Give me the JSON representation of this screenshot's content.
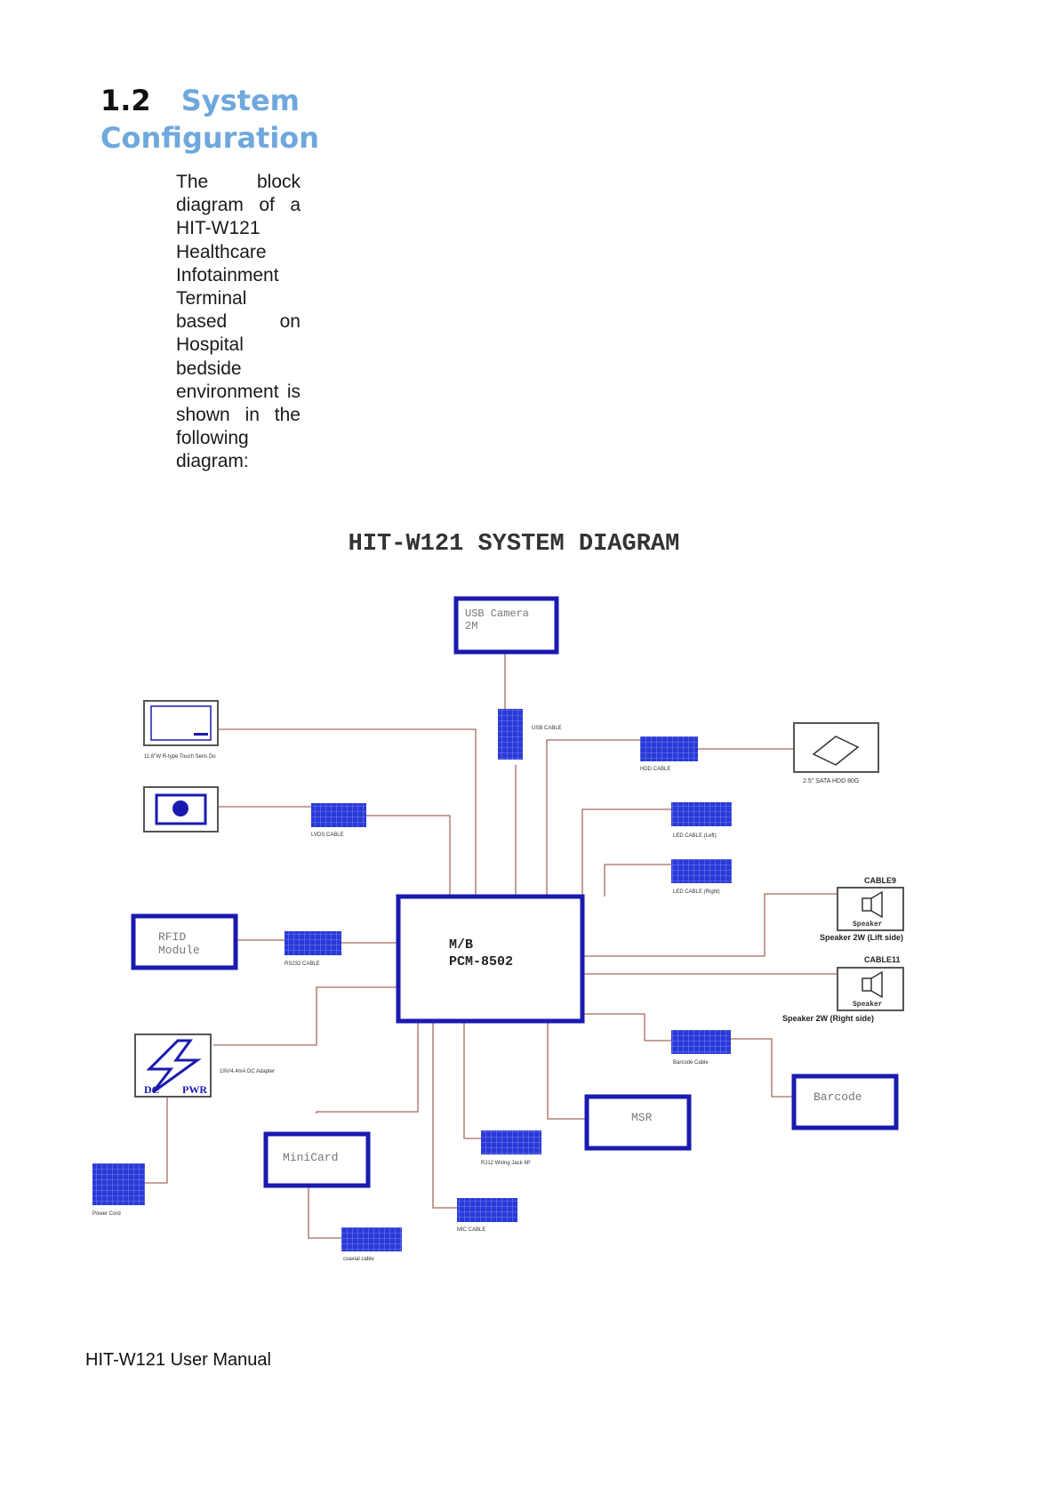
{
  "heading": {
    "number": "1.2",
    "title": "System Configuration"
  },
  "intro": "The block diagram of a HIT-W121 Healthcare Infotainment Terminal based on Hospital bedside environment is shown in the following diagram:",
  "footer": "HIT-W121 User Manual",
  "diagram": {
    "title": "HIT-W121 SYSTEM DIAGRAM",
    "main_board": [
      "M/B",
      "PCM-8502"
    ],
    "usb_camera": [
      "USB Camera",
      "2M"
    ],
    "rfid": [
      "RFID",
      "Module"
    ],
    "minicard": "MiniCard",
    "msr": "MSR",
    "barcode": "Barcode",
    "dc_pwr": [
      "DC",
      "PWR"
    ],
    "speaker_label": "Speaker",
    "speaker_left": "Speaker 2W (Lift side)",
    "speaker_right": "Speaker 2W (Right side)",
    "cable9": "CABLE9",
    "cable11": "CABLE11",
    "led_left": "LED CABLE (Left)",
    "led_right": "LED CABLE (Right)",
    "sata": "2.5\" SATA HDD 80G",
    "touch": "11.6\"W R-type Touch Sens Do",
    "dc_adapter": "19V/4.4mA DC Adapter",
    "rs232": "RS232 CABLE",
    "hdd_cable": "HDD CABLE",
    "usb_cable": "USB CABLE",
    "lvds_cable": "LVDS CABLE",
    "rj12": "RJ12 Wiring Jack 6P",
    "mic_cable": "MIC CABLE",
    "barcode_cable": "Barcode Cable",
    "coaxial": "coaxial cable",
    "power_cord": "Power Cord"
  },
  "colors": {
    "box": "#1a1ab0",
    "cable": "#2a3ad8",
    "line": "#a36b5a",
    "heading_blue": "#6fa8dc"
  }
}
